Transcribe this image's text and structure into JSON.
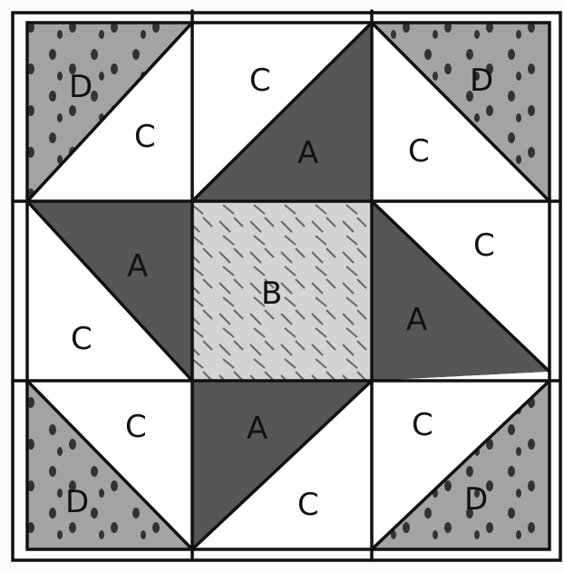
{
  "colors": {
    "paper": "#fbfbfa",
    "A": "#565656",
    "B": "#d3d3d3",
    "C": "#ffffff",
    "D": "#a3a3a3",
    "ink": "#111111"
  },
  "labels": {
    "tl_d": "D",
    "tl_c": "C",
    "tm_c": "C",
    "tm_a": "A",
    "tr_d": "D",
    "tr_c": "C",
    "ml_a": "A",
    "ml_c": "C",
    "center_b": "B",
    "mr_c": "C",
    "mr_a": "A",
    "bl_c": "C",
    "bl_d": "D",
    "bm_a": "A",
    "bm_c": "C",
    "br_c": "C",
    "br_d": "D"
  }
}
